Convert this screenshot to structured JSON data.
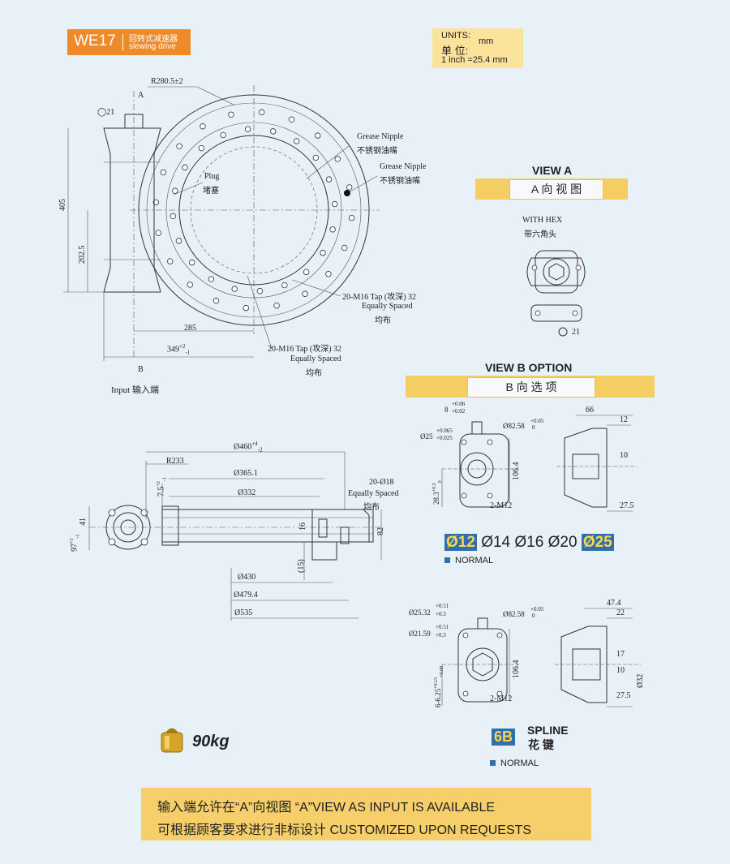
{
  "header": {
    "model": "WE17",
    "name_cn": "回转式减速器",
    "name_en": "slewing drive"
  },
  "units": {
    "label_en": "UNITS:",
    "label_cn": "单  位:",
    "unit": "mm",
    "conversion": "1 inch =25.4 mm"
  },
  "top_view": {
    "radius": "R280.5±2",
    "section_label_a": "A",
    "section_label_b": "B",
    "d21": "21",
    "grease1_en": "Grease Nipple",
    "grease1_cn": "不锈钢油嘴",
    "grease2_en": "Grease Nipple",
    "grease2_cn": "不锈钢油嘴",
    "plug_en": "Plug",
    "plug_cn": "堵塞",
    "h405": "405",
    "h202": "202.5",
    "tap1": "20-M16  Tap (攻深) 32",
    "tap1_sub1": "Equally Spaced",
    "tap1_sub2": "均布",
    "tap2": "20-M16  Tap (攻深) 32",
    "tap2_sub1": "Equally Spaced",
    "tap2_sub2": "均布",
    "w285": "285",
    "w349": "349",
    "w349_tol": "+2",
    "w349_tol2": "-1",
    "input": "Input  输入端"
  },
  "side_view": {
    "d460": "Ø460",
    "d460_tol": "+4",
    "d460_tol2": "-2",
    "r233": "R233",
    "d365": "Ø365.1",
    "d332": "Ø332",
    "holes": "20-Ø18",
    "holes_sub1": "Equally Spaced",
    "holes_sub2": "均布",
    "d7": "7.5",
    "d7_tol": "+2",
    "d7_tol2": "-1",
    "d97": "97",
    "d97_tol": "+3",
    "d97_tol2": "-1",
    "d41": "41",
    "d16": "16",
    "d82": "82",
    "d15": "(15)",
    "d430": "Ø430",
    "d479": "Ø479.4",
    "d535": "Ø535"
  },
  "view_a": {
    "title_en": "VIEW A",
    "title_cn": "A 向 视 图",
    "hex_en": "WITH HEX",
    "hex_cn": "带六角头",
    "d21": "21"
  },
  "view_b": {
    "title_en": "VIEW B OPTION",
    "title_cn": "B 向 选 项"
  },
  "option1": {
    "d8": "8",
    "d8_tol": "+0.06",
    "d8_tol2": "+0.02",
    "d25": "Ø25",
    "d25_tol": "+0.065",
    "d25_tol2": "+0.025",
    "d82": "Ø82.58",
    "d82_tol": "+0.05",
    "d82_tol2": "0",
    "d106": "106.4",
    "d28": "28.3",
    "d28_tol": "+0.2",
    "d28_tol2": "0",
    "m12": "2-M12",
    "d66": "66",
    "d12": "12",
    "d10": "10",
    "d27": "27.5",
    "shafts": [
      "Ø12",
      "Ø14",
      "Ø16",
      "Ø20",
      "Ø25"
    ],
    "normal": "NORMAL"
  },
  "option2": {
    "d25": "Ø25.32",
    "d25_tol": "+0.51",
    "d25_tol2": "+0.3",
    "d21": "Ø21.59",
    "d21_tol": "+0.51",
    "d21_tol2": "+0.3",
    "d82": "Ø82.58",
    "d82_tol": "+0.05",
    "d82_tol2": "0",
    "d106": "106.4",
    "d6": "6-6.25",
    "d6_tol": "+0.15",
    "d6_tol2": "+0.08",
    "m12": "2-M12",
    "d47": "47.4",
    "d22": "22",
    "d17": "17",
    "d10": "10",
    "d32": "Ø32",
    "d27": "27.5",
    "spline_code": "6B",
    "spline_en": "SPLINE",
    "spline_cn": "花  键",
    "normal": "NORMAL"
  },
  "weight": "90kg",
  "footer": {
    "line1": "输入端允许在“A”向视图 “A”VIEW AS INPUT IS AVAILABLE",
    "line2": "可根据顾客要求进行非标设计 CUSTOMIZED UPON REQUESTS"
  }
}
